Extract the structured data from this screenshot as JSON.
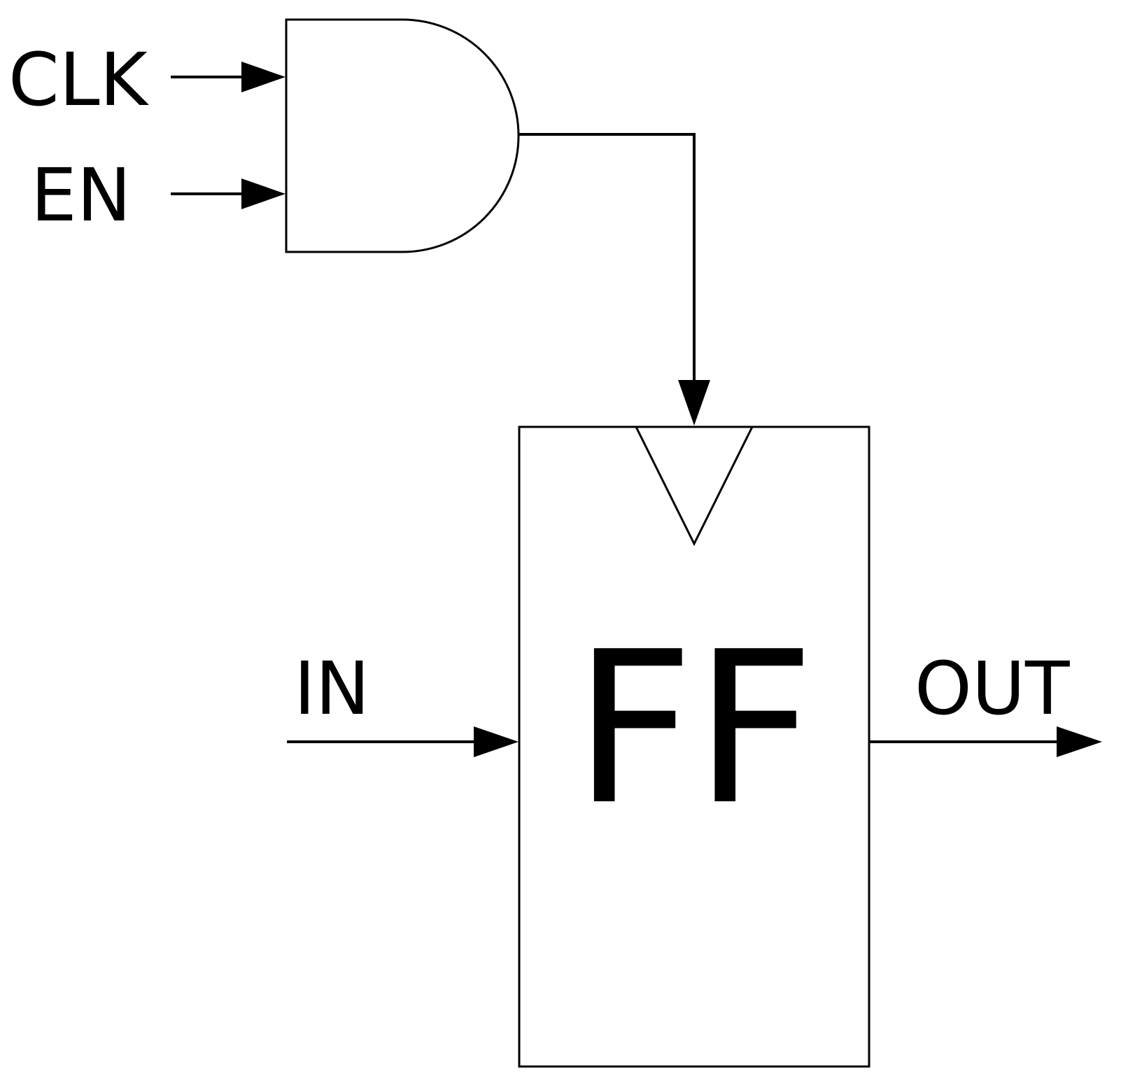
{
  "diagram": {
    "inputs": {
      "clk_label": "CLK",
      "en_label": "EN",
      "in_label": "IN"
    },
    "outputs": {
      "out_label": "OUT"
    },
    "flip_flop": {
      "label": "FF"
    },
    "colors": {
      "line": "#000000",
      "background": "#ffffff"
    },
    "icons": {
      "gate": "and-gate-icon",
      "clock_input": "clock-edge-triangle-icon"
    }
  }
}
